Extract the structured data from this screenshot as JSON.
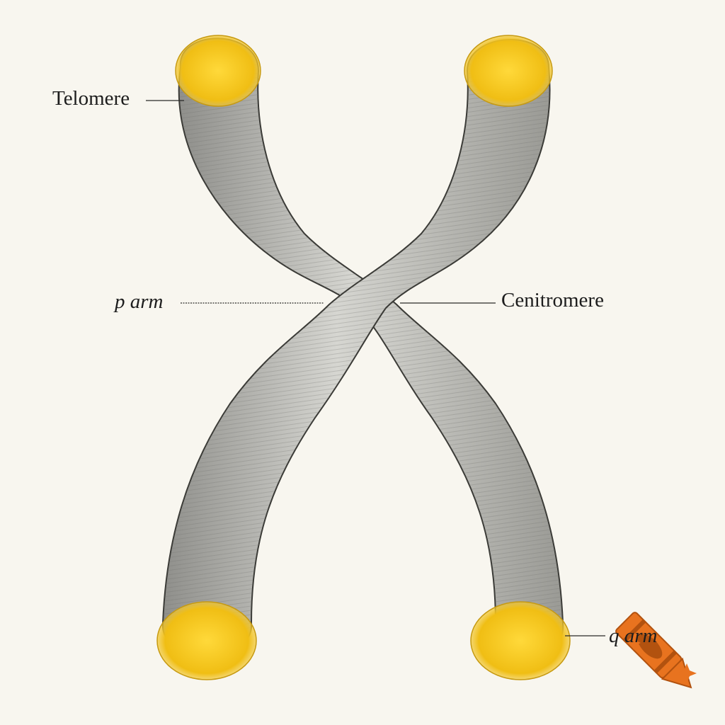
{
  "diagram": {
    "labels": {
      "telomere": "Telomere",
      "p_arm": "p arm",
      "centromere": "Cenitromere",
      "q_arm": "q arm"
    }
  },
  "colors": {
    "background": "#f8f6ef",
    "chromatid": "#b4b4b0",
    "chromatid_dark": "#8d8d89",
    "telomere": "#f2c318",
    "outline": "#3a3a36",
    "logo_orange": "#e8731f"
  },
  "icons": [
    "crayon-logo-icon"
  ]
}
